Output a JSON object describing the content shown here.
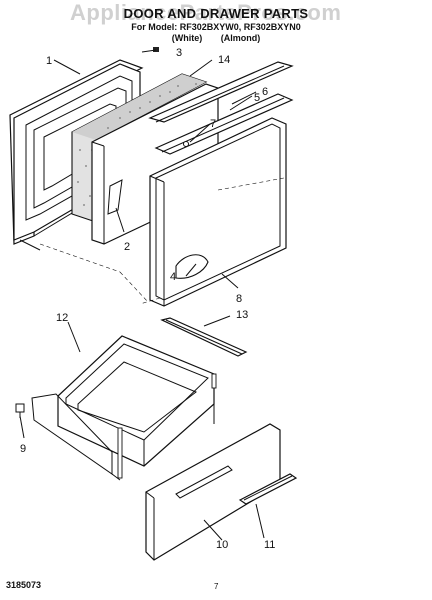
{
  "header": {
    "title": "DOOR AND DRAWER PARTS",
    "model": "For Model: RF302BXYW0, RF302BXYN0",
    "finish_white": "(White)",
    "finish_almond": "(Almond)"
  },
  "watermark": "AppliancePartsPros.com",
  "callouts": {
    "c1": "1",
    "c2": "2",
    "c3": "3",
    "c4": "4",
    "c5": "5",
    "c6": "6",
    "c7": "7",
    "c8": "8",
    "c9": "9",
    "c10": "10",
    "c11": "11",
    "c12": "12",
    "c13": "13",
    "c14": "14"
  },
  "footer": {
    "doc_number": "3185073",
    "page_number": "7"
  }
}
